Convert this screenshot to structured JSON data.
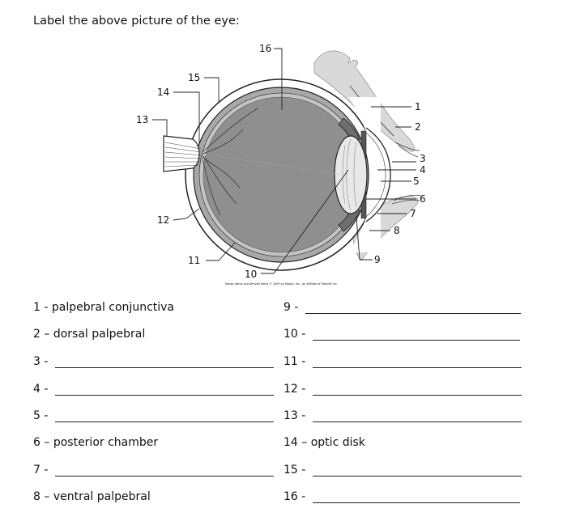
{
  "title": "Label the above picture of the eye:",
  "diagram": {
    "labels": [
      "1",
      "2",
      "3",
      "4",
      "5",
      "6",
      "7",
      "8",
      "9",
      "10",
      "11",
      "12",
      "13",
      "14",
      "15",
      "16"
    ],
    "credit": "Mosby items and derived items © 2009 by Mosby, Inc., an affiliate of Elsevier Inc."
  },
  "answers": [
    {
      "number": "1",
      "sep": " - ",
      "text": "palpebral conjunctiva"
    },
    {
      "number": "2",
      "sep": " – ",
      "text": "dorsal palpebral"
    },
    {
      "number": "3",
      "sep": " - ",
      "text": ""
    },
    {
      "number": "4",
      "sep": " - ",
      "text": ""
    },
    {
      "number": "5",
      "sep": " - ",
      "text": ""
    },
    {
      "number": "6",
      "sep": " – ",
      "text": "posterior chamber"
    },
    {
      "number": "7",
      "sep": " - ",
      "text": ""
    },
    {
      "number": "8",
      "sep": " – ",
      "text": "ventral palpebral"
    },
    {
      "number": "9",
      "sep": " - ",
      "text": ""
    },
    {
      "number": "10",
      "sep": " - ",
      "text": ""
    },
    {
      "number": "11",
      "sep": " - ",
      "text": ""
    },
    {
      "number": "12",
      "sep": " - ",
      "text": ""
    },
    {
      "number": "13",
      "sep": " - ",
      "text": ""
    },
    {
      "number": "14",
      "sep": " – ",
      "text": "optic disk"
    },
    {
      "number": "15",
      "sep": " - ",
      "text": ""
    },
    {
      "number": "16",
      "sep": " - ",
      "text": ""
    }
  ]
}
